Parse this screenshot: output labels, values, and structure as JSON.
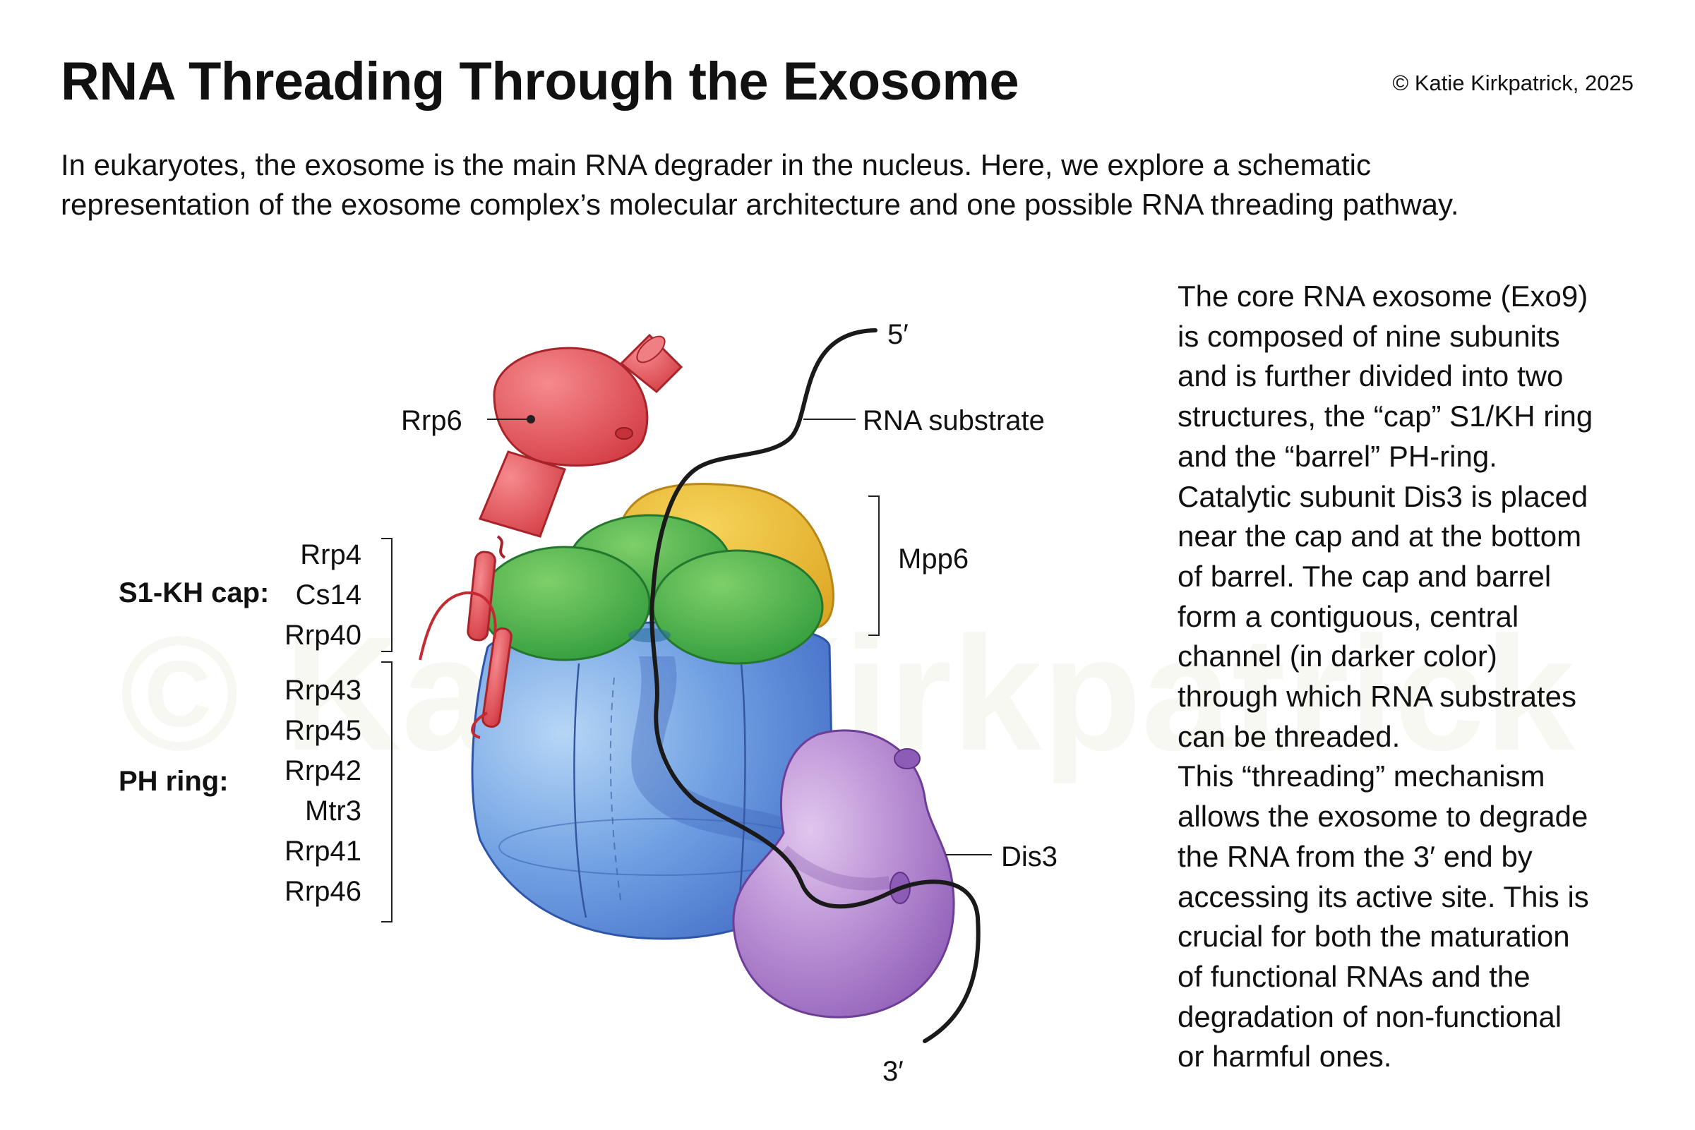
{
  "title": "RNA Threading Through the Exosome",
  "copyright": "© Katie Kirkpatrick, 2025",
  "intro": [
    "In eukaryotes, the exosome is the main RNA degrader in the nucleus. Here, we explore a schematic",
    "representation of the exosome complex’s molecular architecture and one possible RNA threading pathway."
  ],
  "description": [
    "The core RNA exosome (Exo9)",
    "is composed of nine subunits",
    "and is further divided into two",
    "structures, the “cap” S1/KH ring",
    "and the “barrel” PH-ring.",
    "Catalytic subunit Dis3 is placed",
    "near the cap and at the bottom",
    "of barrel. The cap and barrel",
    "form a contiguous, central",
    "channel (in darker color)",
    "through which RNA substrates",
    "can be threaded.",
    "This “threading” mechanism",
    "allows the exosome to degrade",
    "the RNA from the 3′ end by",
    "accessing its active site. This is",
    "crucial for both the maturation",
    "of functional RNAs and the",
    "degradation of non-functional",
    "or harmful ones."
  ],
  "watermark": "© Katie Kirkpatrick",
  "labels": {
    "rrp6": "Rrp6",
    "five_prime": "5′",
    "three_prime": "3′",
    "rna_substrate": "RNA substrate",
    "mpp6": "Mpp6",
    "dis3": "Dis3",
    "s1kh_cap": "S1-KH cap:",
    "ph_ring": "PH ring:",
    "cap_subunits": [
      "Rrp4",
      "Cs14",
      "Rrp40"
    ],
    "ph_subunits": [
      "Rrp43",
      "Rrp45",
      "Rrp42",
      "Mtr3",
      "Rrp41",
      "Rrp46"
    ]
  },
  "colors": {
    "rrp6": "#e2464d",
    "cap_green": "#4caf44",
    "mpp6_yellow": "#e9b72c",
    "barrel_blue": "#5b8ad8",
    "dis3_purple": "#a77ac4",
    "rna": "#1a1a1a"
  }
}
